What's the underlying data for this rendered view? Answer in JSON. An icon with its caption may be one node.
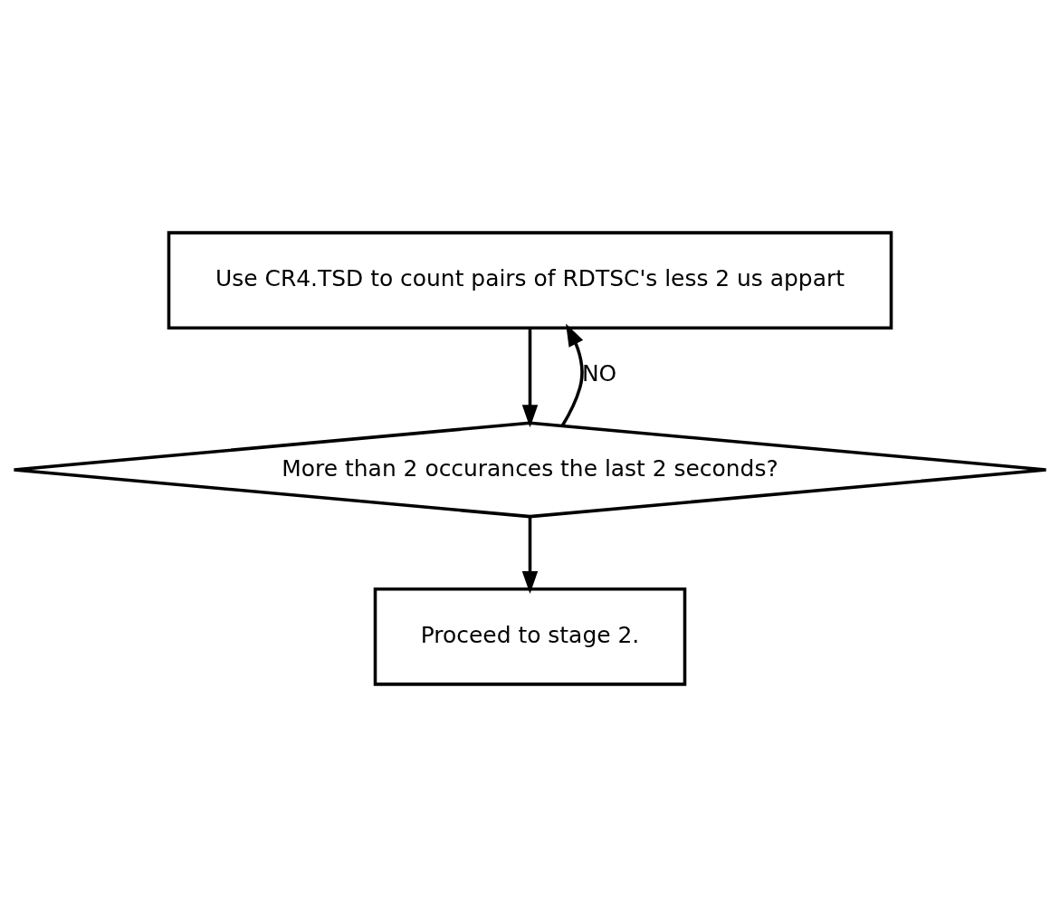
{
  "diagram": {
    "nodes": [
      {
        "text": [
          "Use CR4.TSD to count pairs of RDTSC's less 2 us appart"
        ]
      },
      {
        "text": [
          "More than 2 occurances the last 2 seconds?"
        ]
      },
      {
        "text": [
          "Proceed to stage 2."
        ]
      }
    ],
    "edges": [
      {
        "from": 0,
        "to": 1,
        "arrow": "to"
      },
      {
        "from": 1,
        "to": 2,
        "arrow": "to"
      },
      {
        "from": 1,
        "to": 0,
        "arrow": "to",
        "label": "NO"
      }
    ]
  }
}
